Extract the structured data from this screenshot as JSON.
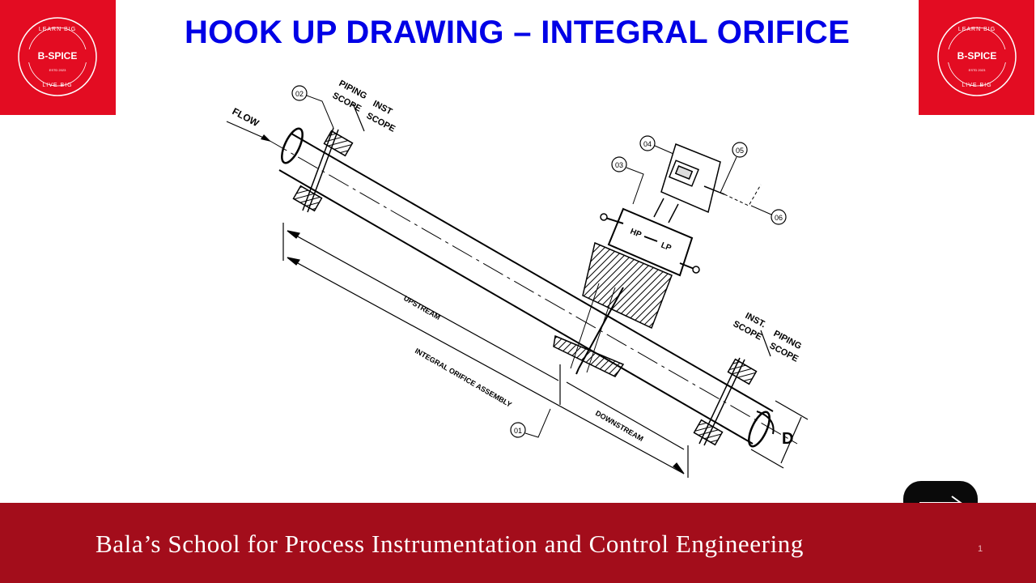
{
  "slide": {
    "title": "HOOK UP DRAWING – INTEGRAL ORIFICE",
    "footer": "Bala’s School for Process Instrumentation and Control Engineering",
    "page_number": "1"
  },
  "logo": {
    "name": "B-SPICE",
    "top_text": "LEARN BIG",
    "bottom_text": "LIVE BIG",
    "small_text": "ESTD 2023"
  },
  "drawing": {
    "flow_label": "FLOW",
    "upstream": "UPSTREAM",
    "downstream": "DOWNSTREAM",
    "assembly": "INTEGRAL ORIFICE ASSEMBLY",
    "hp": "HP",
    "lp": "LP",
    "dia": "D",
    "scope_left": {
      "piping": "PIPING",
      "scope1": "SCOPE",
      "inst": "INST",
      "scope2": "SCOPE"
    },
    "scope_right": {
      "inst": "INST.",
      "scope1": "SCOPE",
      "piping": "PIPING",
      "scope2": "SCOPE"
    },
    "tags": [
      "01",
      "02",
      "03",
      "04",
      "05",
      "06"
    ]
  },
  "nav": {
    "next_icon": "right-arrow-icon"
  },
  "colors": {
    "title": "#0000e6",
    "logo_bg": "#e30c22",
    "footer_bg": "#a30d1b",
    "button_bg": "#0a0a0a"
  }
}
